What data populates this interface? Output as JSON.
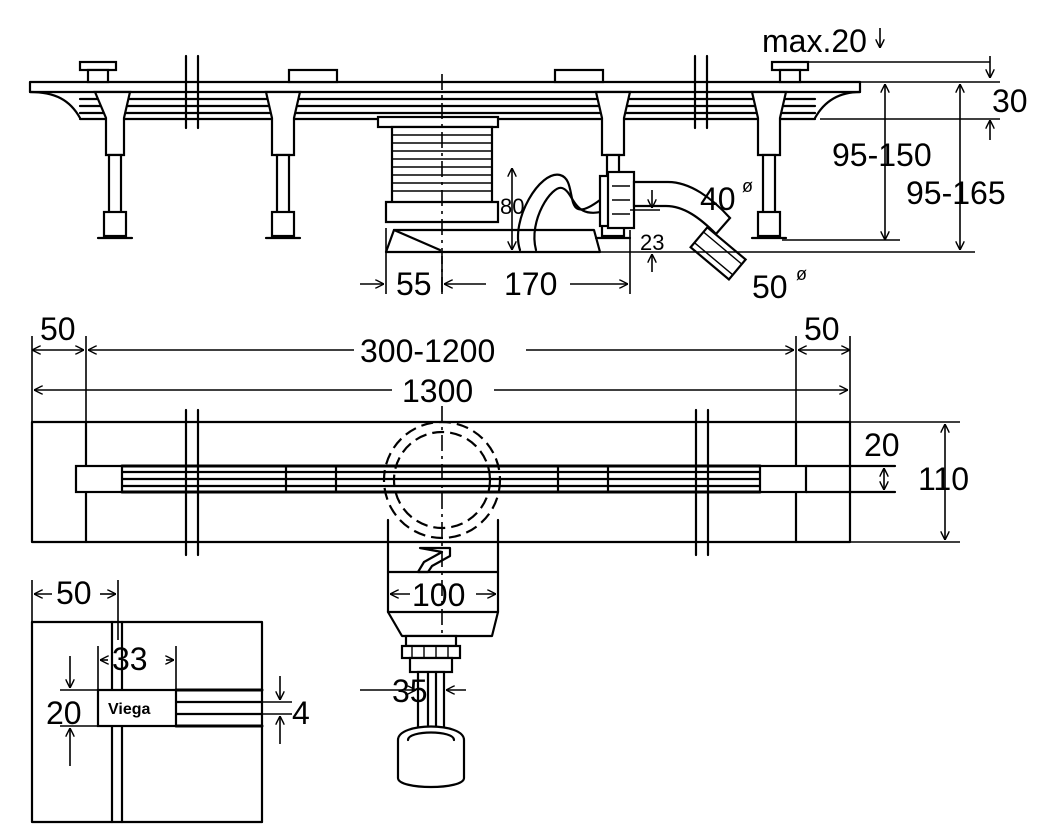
{
  "side_view": {
    "max_label": "max.20",
    "dim_30": "30",
    "dim_95_150": "95-150",
    "dim_95_165": "95-165",
    "dim_80": "80",
    "dim_23": "23",
    "dim_55": "55",
    "dim_170": "170",
    "outlet_40": "40",
    "outlet_50": "50",
    "diameter_symbol": "ø"
  },
  "top_view": {
    "dim_left_50": "50",
    "dim_right_50": "50",
    "dim_300_1200": "300-1200",
    "dim_1300": "1300",
    "dim_20": "20",
    "dim_110": "110",
    "dim_100": "100",
    "dim_35": "35"
  },
  "detail_view": {
    "dim_50": "50",
    "dim_33": "33",
    "dim_20": "20",
    "dim_4": "4",
    "logo_text": "Viega"
  }
}
